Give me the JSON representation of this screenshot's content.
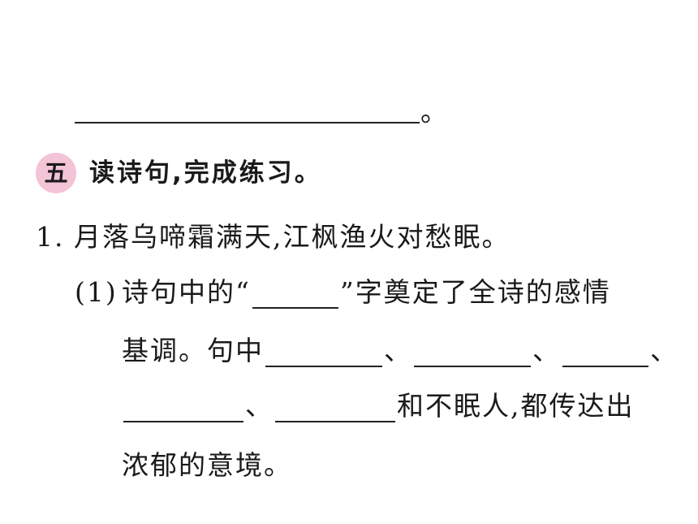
{
  "top_line": {
    "end_mark": "。"
  },
  "section": {
    "number": "五",
    "title": "读诗句,完成练习。"
  },
  "question": {
    "number": "1.",
    "verse": "月落乌啼霜满天,江枫渔火对愁眠。",
    "sub": {
      "label": "(1)",
      "line1_a": "诗句中的“",
      "line1_b": "”字奠定了全诗的感情",
      "line2_a": "基调。句中",
      "sep": "、",
      "line3_b": "和不眠人,都传达出",
      "line4": "浓郁的意境。"
    }
  }
}
